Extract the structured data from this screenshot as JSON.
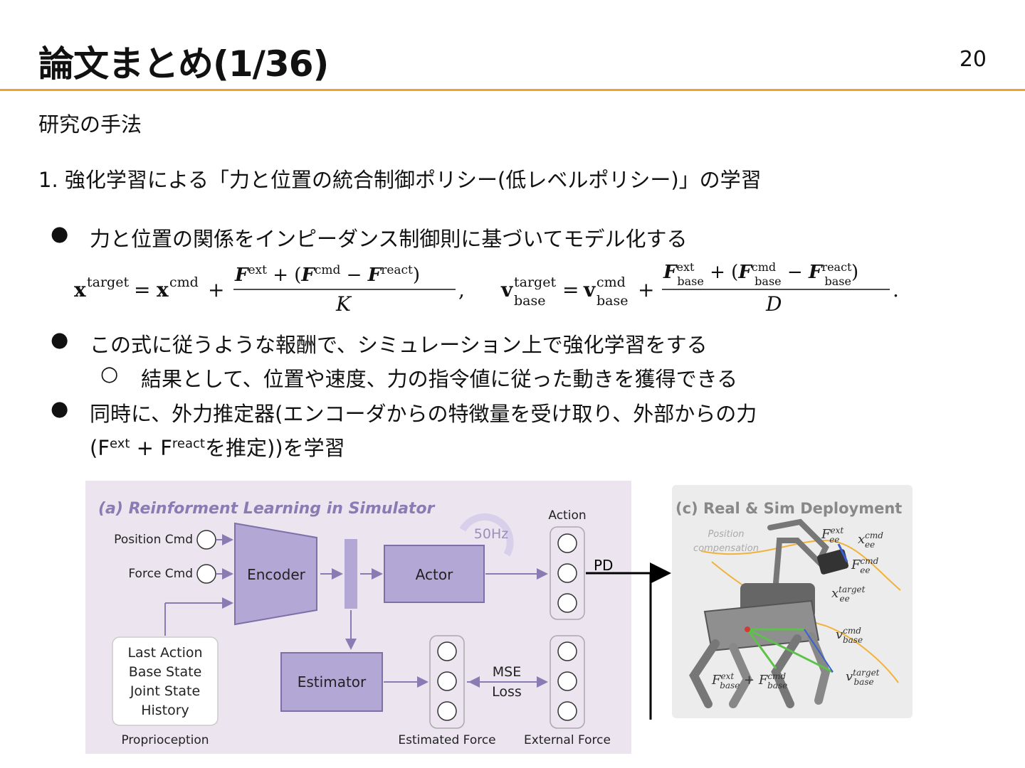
{
  "slide": {
    "title": "論文まとめ(1/36)",
    "page_number": "20",
    "accent_color": "#f0a22a",
    "section": "研究の手法",
    "step": "1. 強化学習による「力と位置の統合制御ポリシー(低レベルポリシー)」の学習",
    "bullets": [
      "力と位置の関係をインピーダンス制御則に基づいてモデル化する",
      "この式に従うような報酬で、シミュレーション上で強化学習をする",
      "結果として、位置や速度、力の指令値に従った動きを獲得できる",
      "同時に、外力推定器(エンコーダからの特徴量を受け取り、外部からの力"
    ],
    "bullet4_line2": {
      "open": "(F",
      "sup1": "ext",
      "mid": " + F",
      "sup2": "react",
      "close": "を推定))を学習"
    }
  },
  "equation": {
    "lhs1": "x",
    "lhs1_sup": "target",
    "rhs1_base": "x",
    "rhs1_sup": "cmd",
    "num1": "F^ext + (F^cmd − F^react)",
    "den1": "K",
    "lhs2": "v",
    "lhs2_sup": "target",
    "lhs2_sub": "base",
    "rhs2_base": "v",
    "rhs2_sup": "cmd",
    "rhs2_sub": "base",
    "num2": "F^ext_base + (F^cmd_base − F^react_base)",
    "den2": "D"
  },
  "figure": {
    "panel_a_title": "(a) Reinforment Learning in Simulator",
    "position_cmd": "Position Cmd",
    "force_cmd": "Force Cmd",
    "encoder": "Encoder",
    "actor": "Actor",
    "estimator": "Estimator",
    "freq": "50Hz",
    "action": "Action",
    "pd": "PD",
    "mse1": "MSE",
    "mse2": "Loss",
    "proprio_lines": [
      "Last Action",
      "Base State",
      "Joint State",
      "History"
    ],
    "proprioception": "Proprioception",
    "estimated_force": "Estimated Force",
    "external_force": "External Force",
    "panel_c_title": "(c) Real & Sim Deployment",
    "pos_comp1": "Position",
    "pos_comp2": "compensation",
    "fig_colors": {
      "panel_a_bg": "#ece5f0",
      "block": "#b3a7d6",
      "block_border": "#7e6fa8",
      "panel_c_bg": "#ececec"
    }
  }
}
